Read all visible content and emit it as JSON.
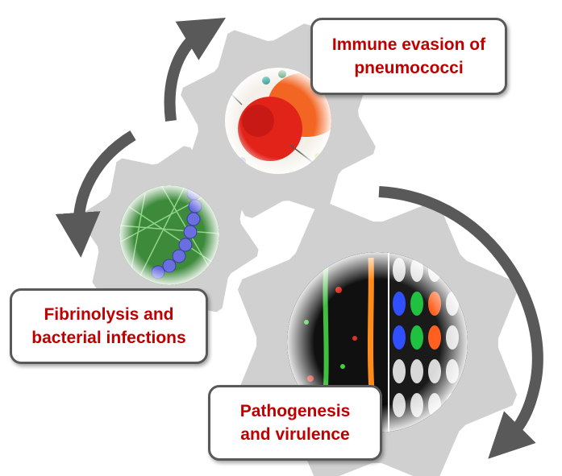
{
  "labels": {
    "immune": [
      "Immune evasion of",
      "pneumococci"
    ],
    "fibrinolysis": [
      "Fibrinolysis and",
      "bacterial infections"
    ],
    "pathogenesis": [
      "Pathogenesis",
      "and virulence"
    ]
  },
  "colors": {
    "label_text": "#c00000",
    "box_border": "#595959",
    "gear": "#d0d0d0",
    "arrow": "#595959"
  }
}
